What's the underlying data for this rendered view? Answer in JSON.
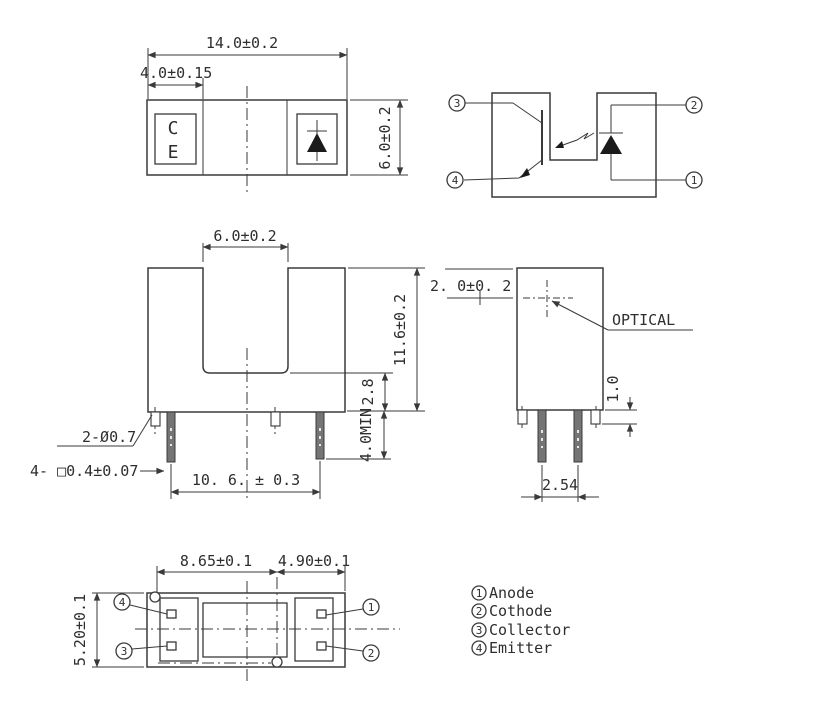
{
  "colors": {
    "line": "#3a3a3a",
    "text": "#2e2e2e",
    "fill_dark": "#1b1b1b",
    "pin_fill": "#757575",
    "bg": "#ffffff"
  },
  "top_view": {
    "dim_overall_width": "14.0±0.2",
    "dim_emitter_section": "4.0±0.15",
    "dim_height": "6.0±0.2",
    "marking_top": "C",
    "marking_bottom": "E"
  },
  "schematic": {
    "pin_collector": "3",
    "pin_emitter": "4",
    "pin_cathode": "2",
    "pin_anode": "1"
  },
  "front_view": {
    "dim_slot_width": "6.0±0.2",
    "dim_overall_height": "11.6±0.2",
    "dim_base_height": "2.8",
    "dim_lead_min_length": "4.0MIN",
    "dim_lead_span": "10. 6. ± 0.3",
    "label_bosses": "2-Ø0.7",
    "label_leads": "4- □0.4±0.07"
  },
  "side_view": {
    "dim_optical_center": "2. 0±0. 2",
    "label_optical": "OPTICAL",
    "dim_boss_height": "1.0",
    "dim_lead_pitch": "2.54"
  },
  "bottom_view": {
    "dim_led_span": "8.65±0.1",
    "dim_detector_section": "4.90±0.1",
    "dim_depth": "5.20±0.1",
    "pin_top_left": "4",
    "pin_bottom_left": "3",
    "pin_top_right": "1",
    "pin_bottom_right": "2"
  },
  "legend": {
    "items": [
      {
        "num": "1",
        "label": "Anode"
      },
      {
        "num": "2",
        "label": "Cothode"
      },
      {
        "num": "3",
        "label": "Collector"
      },
      {
        "num": "4",
        "label": "Emitter"
      }
    ]
  }
}
